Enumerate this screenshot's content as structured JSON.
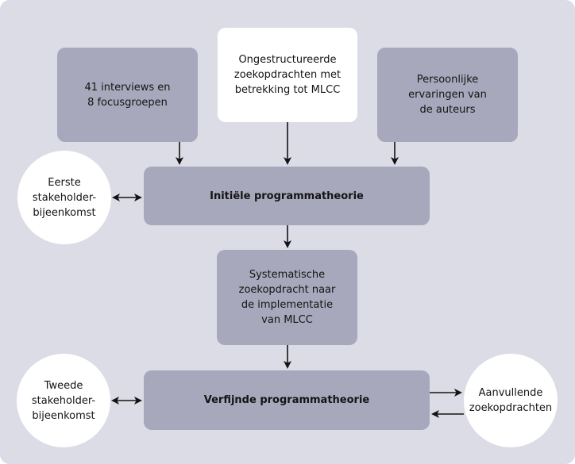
{
  "colors": {
    "background": "#dcdce6",
    "box_dark": "#a8a8bc",
    "box_white": "#ffffff",
    "circle": "#ffffff",
    "arrow": "#141414"
  },
  "sources": {
    "interviews": "41 interviews en\n8 focusgroepen",
    "searches": "Ongestructureerde\nzoekopdrachten met\nbetrekking tot MLCC",
    "experiences": "Persoonlijke\nervaringen van\nde auteurs"
  },
  "initial_theory": "Initiële programmatheorie",
  "systematic_search": "Systematische\nzoekopdracht naar\nde implementatie\nvan MLCC",
  "refined_theory": "Verfijnde programmatheorie",
  "meetings": {
    "first": "Eerste\nstakeholder-\nbijeenkomst",
    "second": "Tweede\nstakeholder-\nbijeenkomst"
  },
  "additional_searches": "Aanvullende\nzoekopdrachten"
}
